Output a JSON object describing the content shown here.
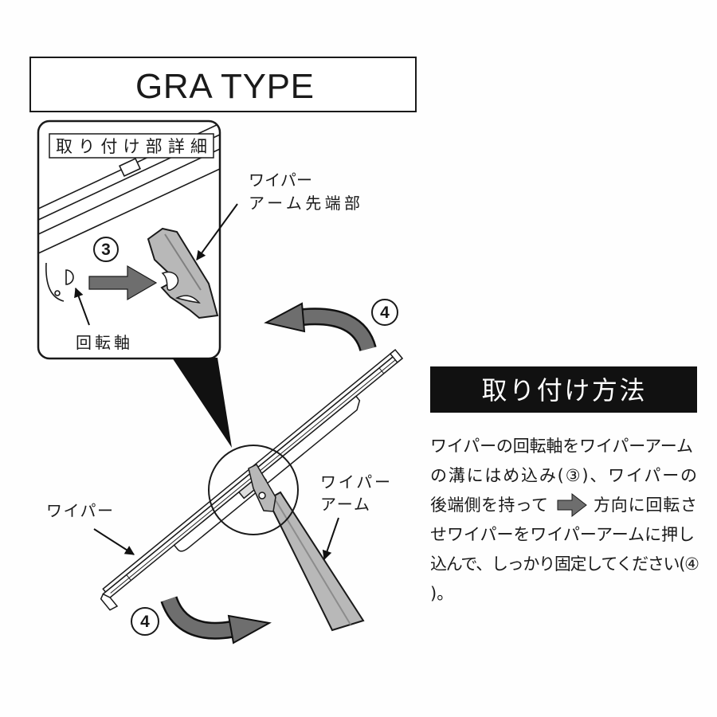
{
  "title": "GRA TYPE",
  "detail_inset": {
    "label": "取り付け部詳細",
    "step_badge": "3",
    "arm_tip_label": [
      "ワイパー",
      "アーム先端部"
    ],
    "pivot_label": "回転軸"
  },
  "main_illustration": {
    "wiper_label": "ワイパー",
    "arm_label": [
      "ワイパー",
      "アーム"
    ],
    "rotate_step_top": "4",
    "rotate_step_bottom": "4"
  },
  "instructions": {
    "heading": "取り付け方法",
    "lines": [
      "ワイパーの回転軸をワイパーアーム",
      "の溝にはめ込み(③)、ワイパーの",
      {
        "before": "後端側を持って",
        "after": "方向に回転さ"
      },
      "せワイパーをワイパーアームに押し",
      "込んで、しっかり固定してください(④",
      ")。"
    ]
  },
  "icons": {
    "direction_arrow": "right-arrow-icon",
    "rotate_arrow": "curved-arrow-icon",
    "step_badge": "circled-number-icon"
  },
  "colors": {
    "ink": "#1a1a1a",
    "arrow_gray": "#6e6e6e",
    "arm_gray": "#b8b8b8",
    "heading_bg": "#111111",
    "heading_text": "#ffffff"
  }
}
